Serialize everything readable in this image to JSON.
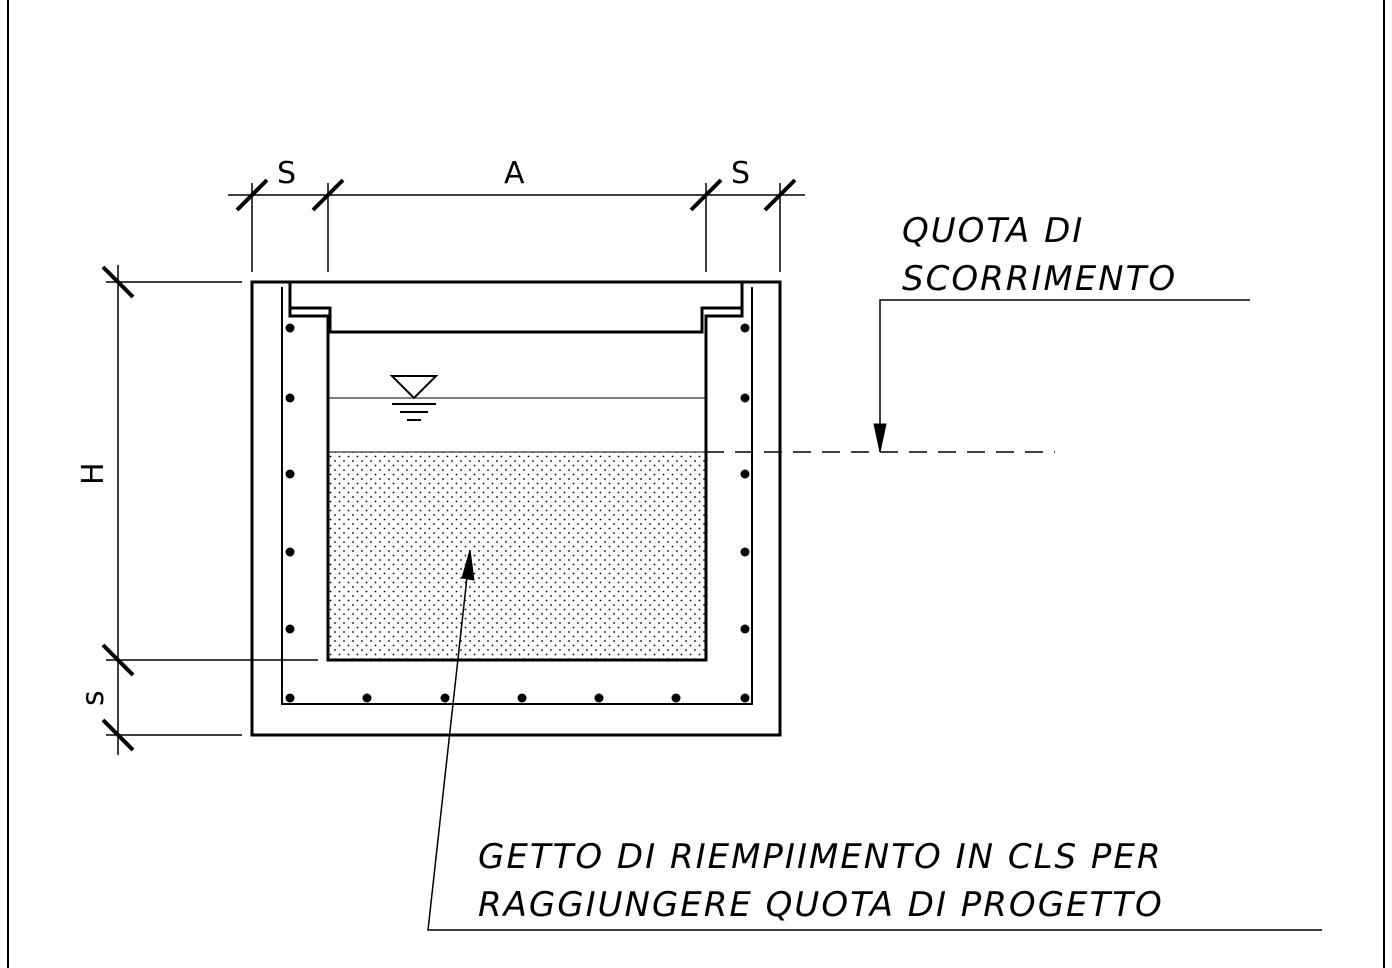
{
  "dimensions": {
    "wall_left": "S",
    "width": "A",
    "wall_right": "S",
    "height": "H",
    "base_thickness": "s"
  },
  "notes": {
    "flow_level_line1": "QUOTA DI",
    "flow_level_line2": "SCORRIMENTO",
    "fill_line1": "GETTO DI RIEMPIIMENTO IN CLS PER",
    "fill_line2": "RAGGIUNGERE QUOTA DI PROGETTO"
  },
  "symbols": {
    "water_level": "water-level-triangle-icon"
  },
  "colors": {
    "line": "#000000",
    "background": "#ffffff"
  }
}
